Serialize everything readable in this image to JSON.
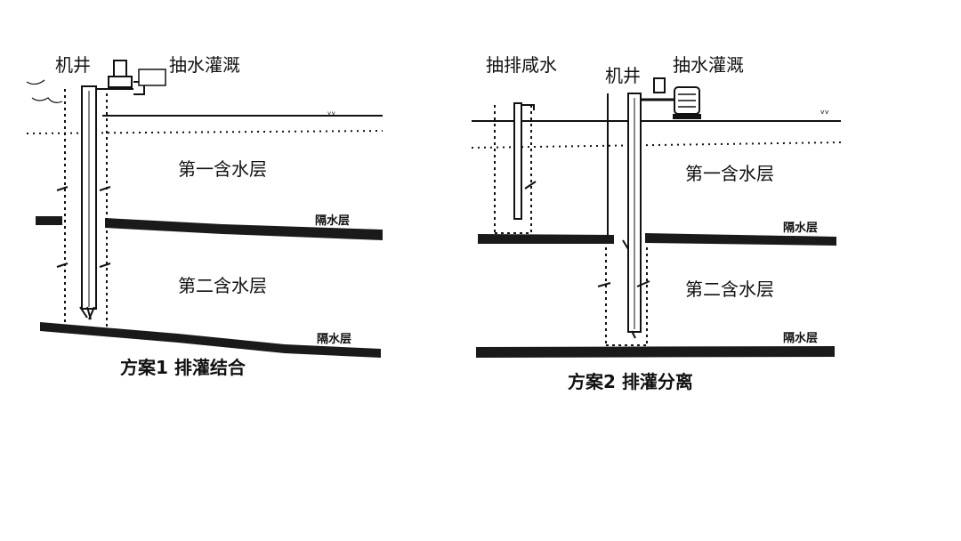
{
  "scheme1": {
    "well_label": "机井",
    "pump_label": "抽水灌溉",
    "aquifer1_label": "第一含水层",
    "aquitard1_label": "隔水层",
    "aquifer2_label": "第二含水层",
    "aquitard2_label": "隔水层",
    "caption": "方案1 排灌结合"
  },
  "scheme2": {
    "drain_label": "抽排咸水",
    "well_label": "机井",
    "pump_label": "抽水灌溉",
    "aquifer1_label": "第一含水层",
    "aquitard1_label": "隔水层",
    "aquifer2_label": "第二含水层",
    "aquitard2_label": "隔水层",
    "caption": "方案2 排灌分离"
  },
  "colors": {
    "ink": "#111111",
    "layer": "#1a1a1a",
    "background": "#ffffff"
  }
}
